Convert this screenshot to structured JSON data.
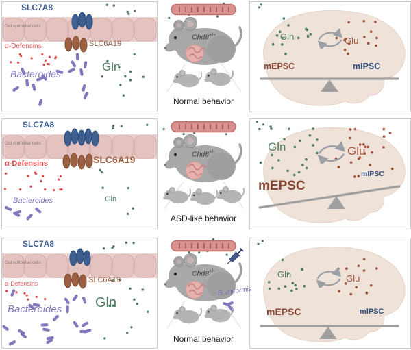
{
  "figure": {
    "rows": [
      {
        "gut": {
          "slc7a8_label": "SLC7A8",
          "slc6a19_label": "SLC6A19",
          "epithelium_label": "Gut epithelial cells",
          "defensins_label": "α-Defensins",
          "bacteroides_label": "Bacteroides",
          "gln_label": "Gln"
        },
        "mouse": {
          "genotype_base": "Chd8",
          "genotype_sup": "+/+",
          "behavior_label": "Normal behavior"
        },
        "brain": {
          "gln_label": "Gln",
          "glu_label": "Glu",
          "mepsc_label": "mEPSC",
          "mipsc_label": "mIPSC",
          "balance_state": "balanced"
        }
      },
      {
        "gut": {
          "slc7a8_label": "SLC7A8",
          "slc6a19_label": "SLC6A19",
          "epithelium_label": "Gut epithelial cells",
          "defensins_label": "α-Defensins",
          "bacteroides_label": "Bacteroides",
          "gln_label": "Gln"
        },
        "mouse": {
          "genotype_base": "Chd8",
          "genotype_sup": "+/-",
          "behavior_label": "ASD-like behavior"
        },
        "brain": {
          "gln_label": "Gln",
          "glu_label": "Glu",
          "mepsc_label": "mEPSC",
          "mipsc_label": "mIPSC",
          "balance_state": "mEPSC-dominant"
        }
      },
      {
        "gut": {
          "slc7a8_label": "SLC7A8",
          "slc6a19_label": "SLC6A19",
          "epithelium_label": "Gut epithelial cells",
          "defensins_label": "α-Defensins",
          "bacteroides_label": "Bacteroides",
          "gln_label": "Gln"
        },
        "mouse": {
          "genotype_base": "Chd8",
          "genotype_sup": "+/-",
          "treatment_label": "B.uniformis",
          "behavior_label": "Normal behavior"
        },
        "brain": {
          "gln_label": "Gln",
          "glu_label": "Glu",
          "mepsc_label": "mEPSC",
          "mipsc_label": "mIPSC",
          "balance_state": "balanced"
        }
      }
    ]
  },
  "colors": {
    "slc7a8_blue": "#3d5f91",
    "slc6a19_brown": "#9d5f41",
    "defensins_red": "#e25b5b",
    "bacteroides_purple": "#8278bd",
    "gln_green": "#4e7d62",
    "glu_brown": "#a4553d",
    "mepsc_brown": "#8a4734",
    "mipsc_navy": "#2e4b7c",
    "epithelium_pink": "#ead0ce",
    "brain_beige": "#efe2d9",
    "mouse_gray": "#a8a8a8"
  }
}
